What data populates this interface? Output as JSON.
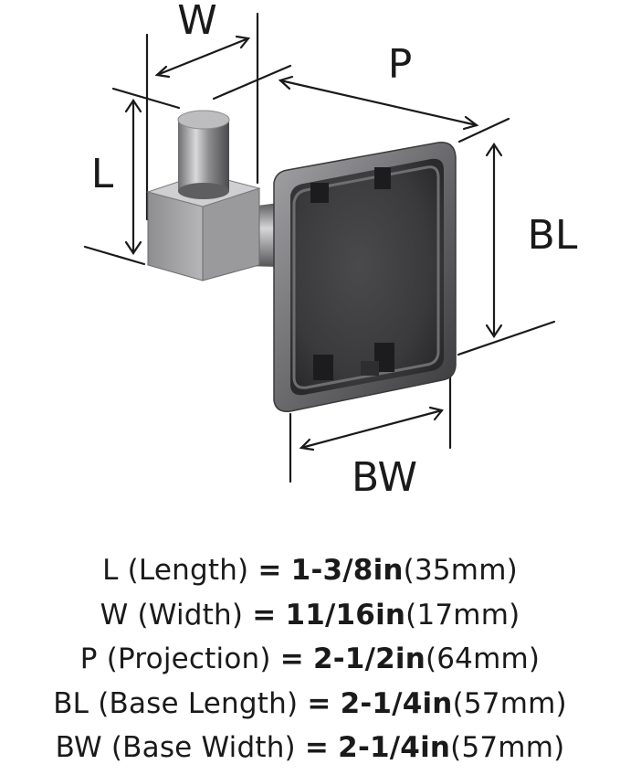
{
  "diagram": {
    "labels": {
      "w": "W",
      "p": "P",
      "l": "L",
      "bl": "BL",
      "bw": "BW"
    }
  },
  "specs": [
    {
      "abbr": "L",
      "name": "(Length)",
      "eq": "=",
      "value": "1-3/8in",
      "metric": "(35mm)"
    },
    {
      "abbr": "W",
      "name": "(Width)",
      "eq": "=",
      "value": "11/16in",
      "metric": "(17mm)"
    },
    {
      "abbr": "P",
      "name": "(Projection)",
      "eq": "=",
      "value": "2-1/2in",
      "metric": "(64mm)"
    },
    {
      "abbr": "BL",
      "name": "(Base Length)",
      "eq": "=",
      "value": "2-1/4in",
      "metric": "(57mm)"
    },
    {
      "abbr": "BW",
      "name": "(Base Width)",
      "eq": "=",
      "value": "2-1/4in",
      "metric": "(57mm)"
    }
  ]
}
